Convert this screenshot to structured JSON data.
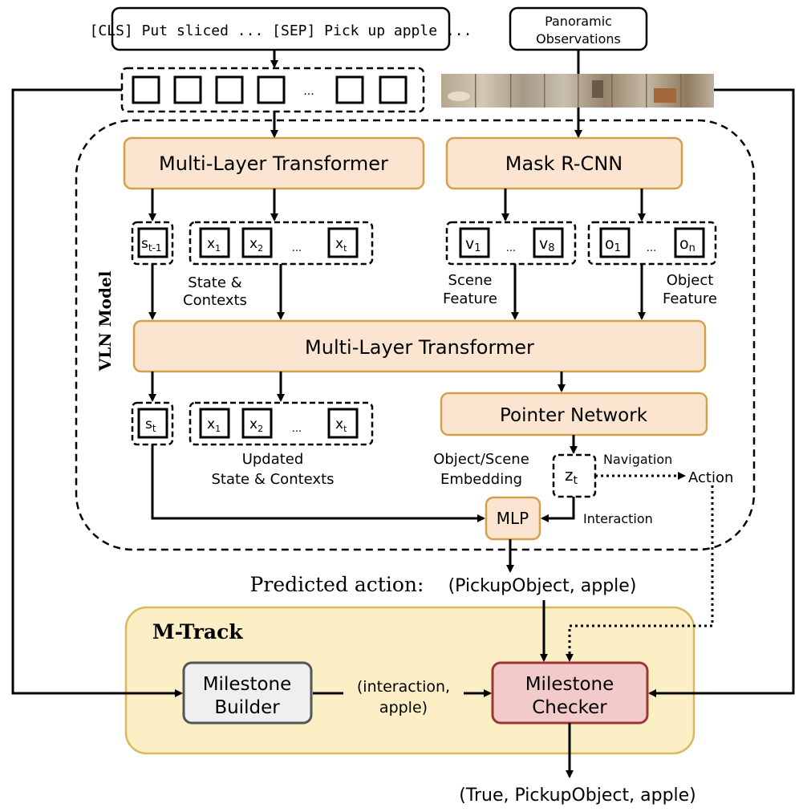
{
  "inputs": {
    "instruction": "[CLS] Put sliced ... [SEP] Pick up apple ...",
    "panoramic_line1": "Panoramic",
    "panoramic_line2": "Observations",
    "token_ellipsis": "..."
  },
  "vln_model": {
    "label": "VLN Model",
    "mlt_top": "Multi-Layer Transformer",
    "mask_rcnn": "Mask R-CNN",
    "mlt_mid": "Multi-Layer Transformer",
    "pointer_network": "Pointer Network",
    "mlp": "MLP",
    "state_prev": {
      "base": "s",
      "sub": "t-1"
    },
    "state_curr": {
      "base": "s",
      "sub": "t"
    },
    "ctx_tokens": [
      {
        "base": "x",
        "sub": "1"
      },
      {
        "base": "x",
        "sub": "2"
      },
      {
        "base": "x",
        "sub": "t"
      }
    ],
    "scene_tokens": [
      {
        "base": "v",
        "sub": "1"
      },
      {
        "base": "v",
        "sub": "8"
      }
    ],
    "object_tokens": [
      {
        "base": "o",
        "sub": "1"
      },
      {
        "base": "o",
        "sub": "n"
      }
    ],
    "ellipsis": "...",
    "z": {
      "base": "z",
      "sub": "t"
    },
    "state_contexts_line1": "State &",
    "state_contexts_line2": "Contexts",
    "scene_feature_line1": "Scene",
    "scene_feature_line2": "Feature",
    "object_feature_line1": "Object",
    "object_feature_line2": "Feature",
    "updated_line1": "Updated",
    "updated_line2": "State & Contexts",
    "embedding_line1": "Object/Scene",
    "embedding_line2": "Embedding",
    "navigation": "Navigation",
    "action": "Action",
    "interaction": "Interaction"
  },
  "prediction": {
    "label": "Predicted action:",
    "value": "(PickupObject, apple)"
  },
  "m_track": {
    "label": "M-Track",
    "builder_line1": "Milestone",
    "builder_line2": "Builder",
    "checker_line1": "Milestone",
    "checker_line2": "Checker",
    "milestone_line1": "(interaction,",
    "milestone_line2": "apple)",
    "output": "(True, PickupObject, apple)"
  },
  "colors": {
    "orange_fill": "#fbe5d0",
    "orange_stroke": "#d4a04a",
    "track_fill": "#fcefc6",
    "track_stroke": "#d9b860",
    "builder_fill": "#efefef",
    "builder_stroke": "#555555",
    "checker_fill": "#f3caca",
    "checker_stroke": "#a03434"
  }
}
